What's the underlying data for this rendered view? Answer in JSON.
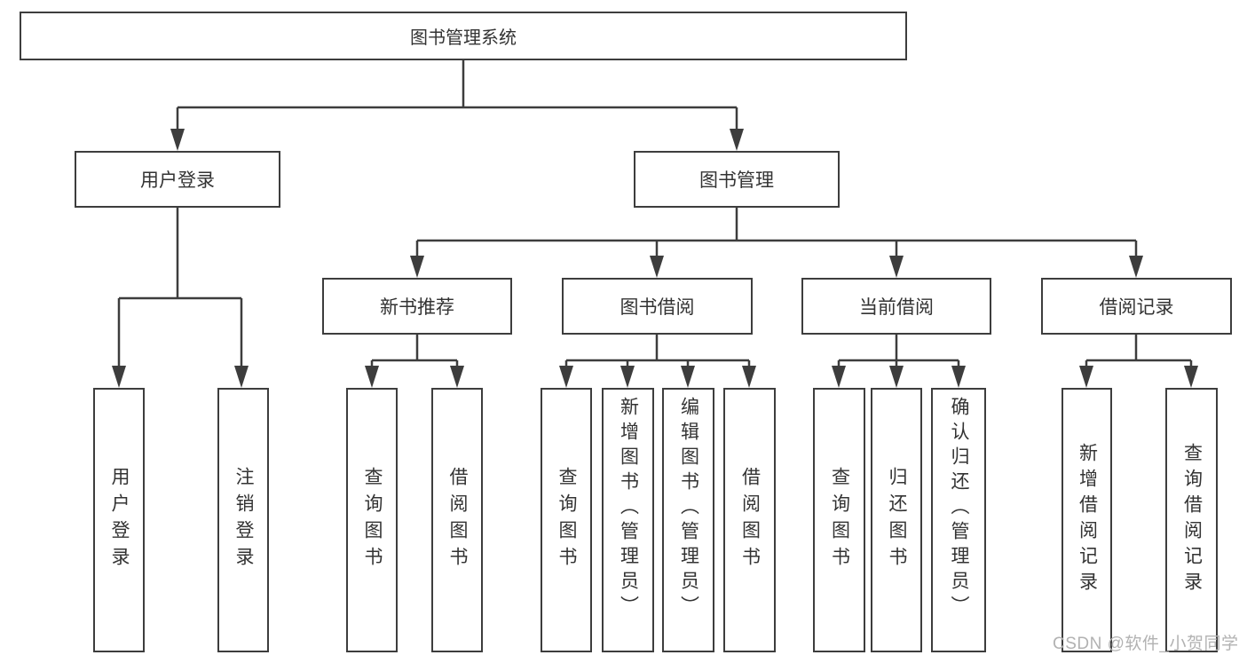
{
  "tree": {
    "root": {
      "label": "图书管理系统"
    },
    "branches": [
      {
        "label": "用户登录",
        "children": [
          {
            "label": "用户登录"
          },
          {
            "label": "注销登录"
          }
        ]
      },
      {
        "label": "图书管理",
        "children": [
          {
            "label": "新书推荐",
            "children": [
              {
                "label": "查询图书"
              },
              {
                "label": "借阅图书"
              }
            ]
          },
          {
            "label": "图书借阅",
            "children": [
              {
                "label": "查询图书"
              },
              {
                "label": "新增图书（管理员）"
              },
              {
                "label": "编辑图书（管理员）"
              },
              {
                "label": "借阅图书"
              }
            ]
          },
          {
            "label": "当前借阅",
            "children": [
              {
                "label": "查询图书"
              },
              {
                "label": "归还图书"
              },
              {
                "label": "确认归还（管理员）"
              }
            ]
          },
          {
            "label": "借阅记录",
            "children": [
              {
                "label": "新增借阅记录"
              },
              {
                "label": "查询借阅记录"
              }
            ]
          }
        ]
      }
    ]
  },
  "watermark": "CSDN @软件_小贺同学",
  "colors": {
    "line": "#3d3d3d",
    "text": "#333333",
    "background": "#ffffff",
    "watermark": "#b2b2b2"
  }
}
